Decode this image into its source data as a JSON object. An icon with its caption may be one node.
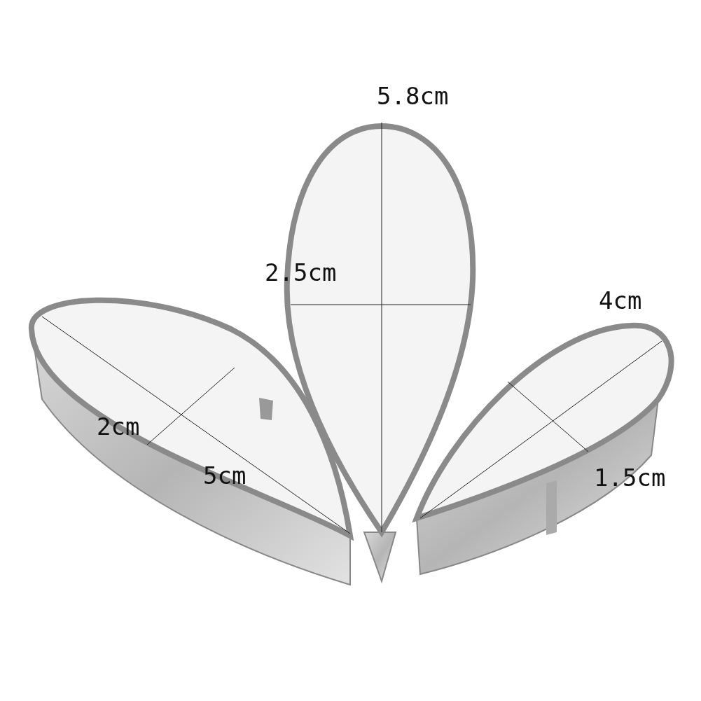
{
  "diagram": {
    "labels": [
      "5.8cm",
      "2.5cm",
      "4cm",
      "2cm",
      "5cm",
      "1.5cm"
    ]
  }
}
